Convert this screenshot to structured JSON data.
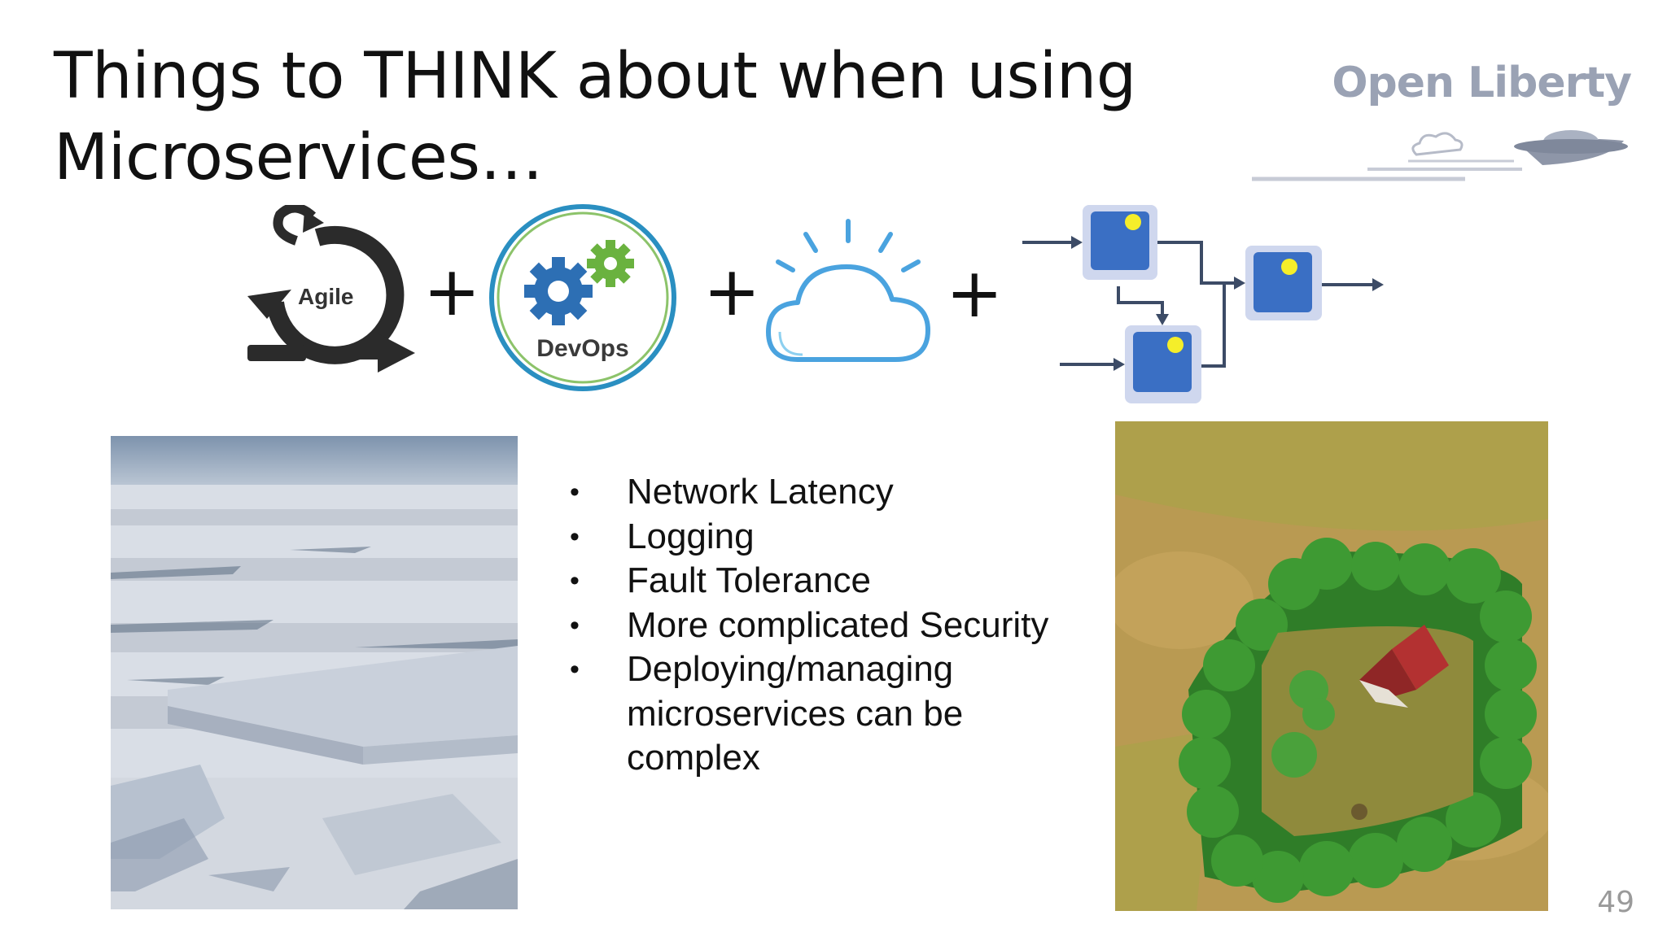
{
  "slide": {
    "title": "Things to THINK about when using Microservices…",
    "page_number": "49"
  },
  "logo": {
    "text": "Open Liberty",
    "icon": "flying-saucer-icon"
  },
  "icons": {
    "agile": {
      "label": "Agile",
      "icon": "agile-cycle-icon"
    },
    "devops": {
      "label": "DevOps",
      "icon": "devops-gears-icon"
    },
    "cloud": {
      "icon": "cloud-icon"
    },
    "microservices": {
      "icon": "microservices-flow-icon"
    },
    "plus_symbol": "+"
  },
  "bullets": {
    "marker": "•",
    "items": [
      "Network Latency",
      "Logging",
      "Fault Tolerance",
      "More complicated Security",
      "Deploying/managing microservices can be complex"
    ]
  },
  "colors": {
    "title": "#111111",
    "logo": "#9aa2b4",
    "devops_ring": "#2a8fc1",
    "devops_gear_blue": "#2d6fb4",
    "devops_gear_green": "#6ab23f",
    "cloud_stroke": "#4aa3df",
    "service_box": "#3a6fc4",
    "arrow": "#3c4b66"
  }
}
